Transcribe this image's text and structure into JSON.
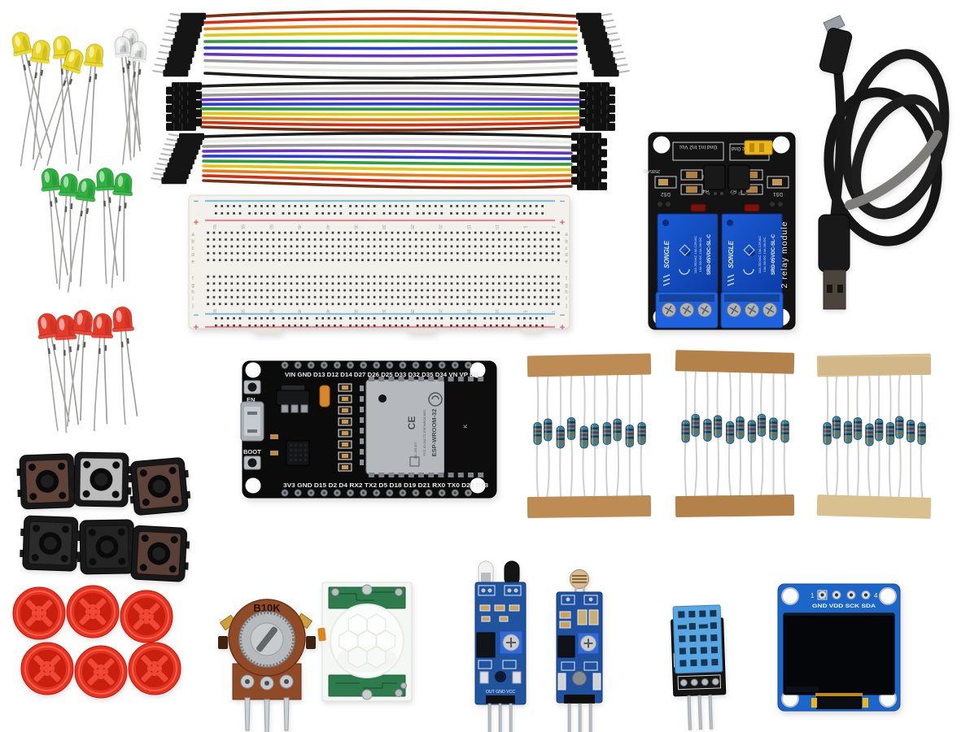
{
  "kit": {
    "background": "#ffffff"
  },
  "leds": {
    "yellow": {
      "count": 5,
      "color": "#e9d625"
    },
    "white": {
      "count": 3,
      "color": "#ececea"
    },
    "green": {
      "count": 5,
      "color": "#2fb13f"
    },
    "red": {
      "count": 5,
      "color": "#e63a28"
    }
  },
  "jumper_wires": {
    "bundle_count": 3,
    "wires_per_bundle": 10,
    "colors": [
      "#7c3012",
      "#d92d12",
      "#e87d17",
      "#e2c513",
      "#2d9c3b",
      "#2c3fd2",
      "#6a31c9",
      "#979797",
      "#e9e9e6",
      "#1d1d1d"
    ]
  },
  "breadboard": {
    "minus": "−",
    "plus": "+",
    "row_letters_top": [
      "a",
      "b",
      "c",
      "d",
      "e"
    ],
    "row_letters_bottom": [
      "f",
      "g",
      "h",
      "i",
      "j"
    ],
    "column_numbers": [
      "60",
      "55",
      "50",
      "45",
      "40",
      "35",
      "30",
      "25",
      "20",
      "15",
      "10",
      "5",
      "1"
    ]
  },
  "relay_module": {
    "side_label": "2 relay module",
    "header_left": "Gnd In1 In2 Vcc",
    "header_right": "JD-Vcc Vcc Gnd",
    "code": "2585AQ",
    "labels": {
      "ds2": "DS2",
      "ds1": "DS1",
      "r1": "R1",
      "r2": "R2",
      "r3": "R3",
      "r4": "R4"
    },
    "relay": {
      "brand": "SONGLE",
      "model": "SRD-05VDC-SL-C",
      "rating_line_1": "10A 250VAC 10A 125VAC",
      "rating_line_2": "10A 30VDC 10A 28VDC"
    }
  },
  "esp32_board": {
    "top_pin_labels": "VIN GND D13 D12 D14 D27 D26 D25 D33 D32 D35 D34 VN VP EN",
    "bottom_pin_labels": "3V3 GND D15 D2 D4 RX2 TX2 D5 D18 D19 D21 RX0 TX0 D22 D23",
    "en_button": "EN",
    "boot_button": "BOOT",
    "module_name": "ESP-WROOM-32",
    "fcc_text": "FCC ID:2AC7Z-ESPWROOM32",
    "serial": "211-161007",
    "ce_mark": "CE",
    "k_mark": "K"
  },
  "resistors": {
    "strip_count": 3,
    "per_strip": 10,
    "body_color": "#3f7e9b",
    "tape_colors": [
      "#bd8c55",
      "#b3814a",
      "#d9c08f"
    ]
  },
  "tact_buttons": {
    "count": 6,
    "face_colors": [
      "#5f4238",
      "#bcbcbc",
      "#5d4339",
      "#2b2b2b",
      "#232323",
      "#594037"
    ]
  },
  "button_caps": {
    "count": 6,
    "color": "#e73320"
  },
  "potentiometer": {
    "label": "B10K"
  },
  "ir_sensor": {
    "bottom_labels": "OUT GND VCC"
  },
  "oled_display": {
    "pin_first": "1",
    "pin_last": "4",
    "pin_labels": "GND VDD SCK SDA"
  }
}
